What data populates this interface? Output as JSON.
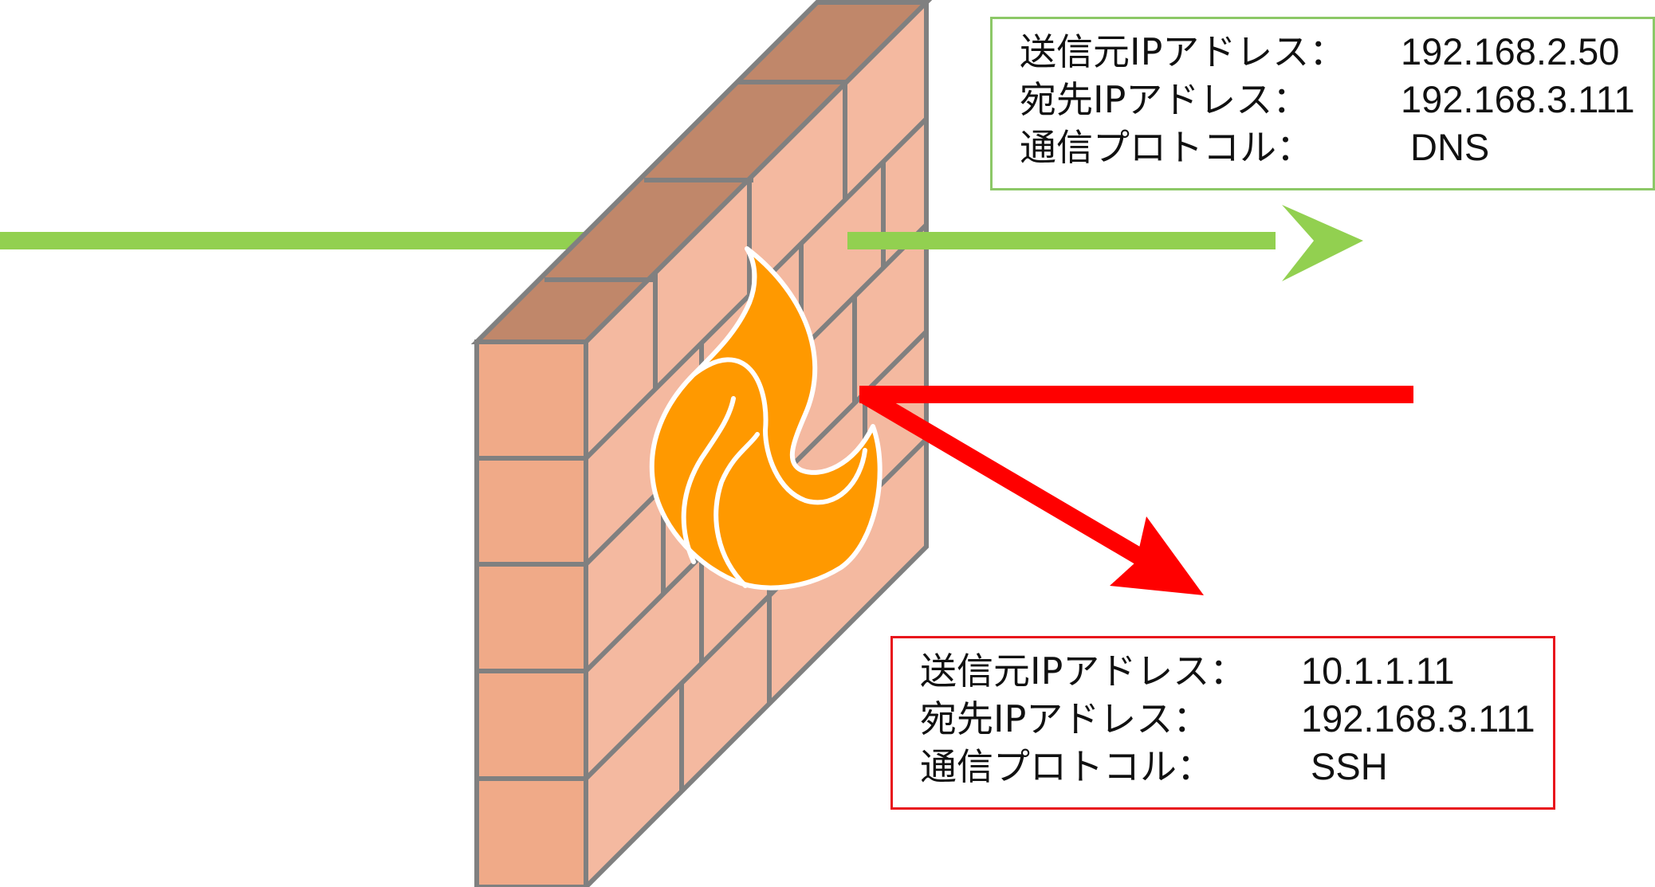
{
  "allowed_packet": {
    "source_ip_label": "送信元IPアドレス：",
    "source_ip_value": "192.168.2.50",
    "dest_ip_label": "宛先IPアドレス：",
    "dest_ip_value": "192.168.3.111",
    "protocol_label": "通信プロトコル：",
    "protocol_value": "DNS",
    "color": "#92d050"
  },
  "blocked_packet": {
    "source_ip_label": "送信元IPアドレス：",
    "source_ip_value": "10.1.1.11",
    "dest_ip_label": "宛先IPアドレス：",
    "dest_ip_value": "192.168.3.111",
    "protocol_label": "通信プロトコル：",
    "protocol_value": "SSH",
    "color": "#ff0000"
  },
  "firewall": {
    "brick_color": "#f4b9a0",
    "brick_side_color": "#f0aa88",
    "brick_top_color": "#c0876a",
    "mortar_color": "#808080",
    "flame_color": "#ff9900",
    "icon": "flame-icon"
  }
}
